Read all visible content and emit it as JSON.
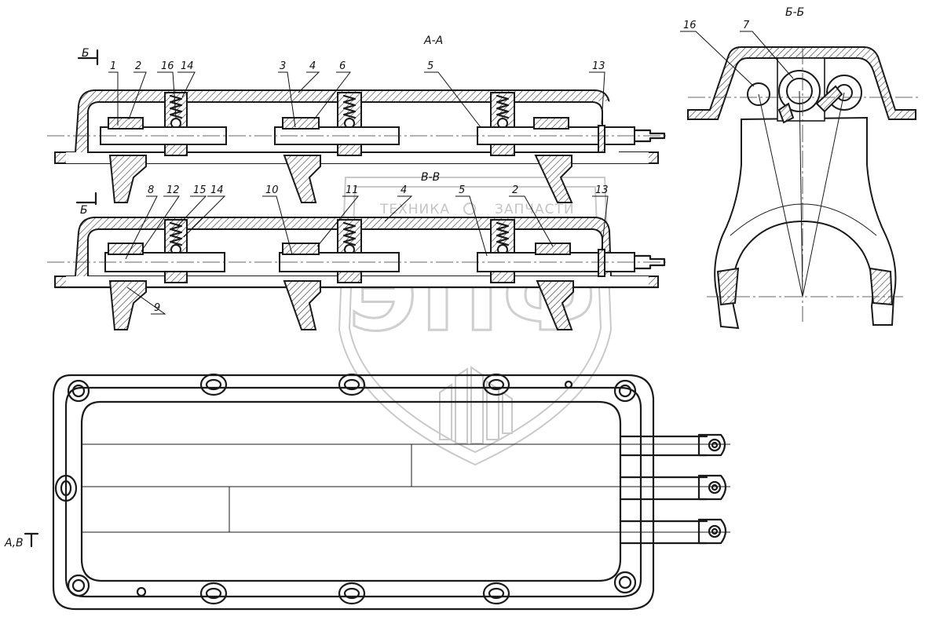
{
  "sections": {
    "aa": "А-А",
    "bb": "Б-Б",
    "vv": "В-В",
    "cut_b_top": "Б",
    "cut_b_bottom": "Б",
    "cut_av": "А,В"
  },
  "callouts_aa": [
    "1",
    "2",
    "16",
    "14",
    "3",
    "4",
    "6",
    "5",
    "13"
  ],
  "callouts_vv": [
    "8",
    "12",
    "15",
    "14",
    "10",
    "11",
    "4",
    "5",
    "2",
    "13",
    "9"
  ],
  "callouts_bb": [
    "16",
    "7"
  ],
  "watermark": {
    "left": "ТЕХНИКА",
    "right": "ЗАПЧАСТИ",
    "logo": "ЭПФ"
  }
}
